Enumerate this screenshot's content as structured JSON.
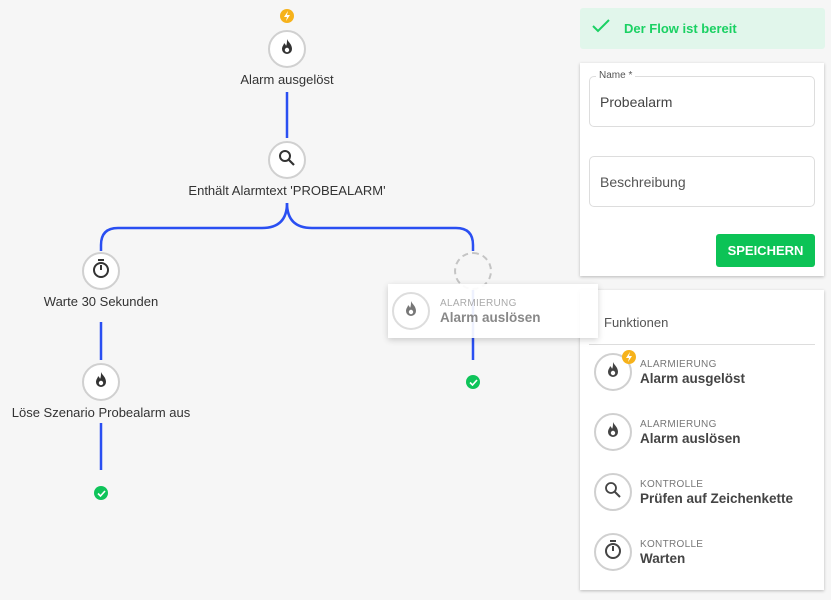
{
  "flow": {
    "nodes": [
      {
        "label": "Alarm ausgelöst",
        "icon": "flame-icon",
        "trigger": true
      },
      {
        "label": "Enthält Alarmtext 'PROBEALARM'",
        "icon": "search-icon"
      },
      {
        "label": "Warte 30 Sekunden",
        "icon": "timer-icon"
      },
      {
        "label": "Löse Szenario Probealarm aus",
        "icon": "flame-icon"
      }
    ],
    "line_color": "#2a4ff2",
    "drag_card": {
      "category": "ALARMIERUNG",
      "name": "Alarm auslösen"
    }
  },
  "toast": {
    "text": "Der Flow ist bereit",
    "color": "#1ad163"
  },
  "form": {
    "name_label": "Name *",
    "name_value": "Probealarm",
    "description_placeholder": "Beschreibung",
    "save_label": "SPEICHERN"
  },
  "functions": {
    "title": "Funktionen",
    "items": [
      {
        "category": "ALARMIERUNG",
        "name": "Alarm ausgelöst",
        "icon": "flame-icon",
        "trigger": true
      },
      {
        "category": "ALARMIERUNG",
        "name": "Alarm auslösen",
        "icon": "flame-icon"
      },
      {
        "category": "KONTROLLE",
        "name": "Prüfen auf Zeichenkette",
        "icon": "search-icon"
      },
      {
        "category": "KONTROLLE",
        "name": "Warten",
        "icon": "timer-icon"
      }
    ]
  }
}
